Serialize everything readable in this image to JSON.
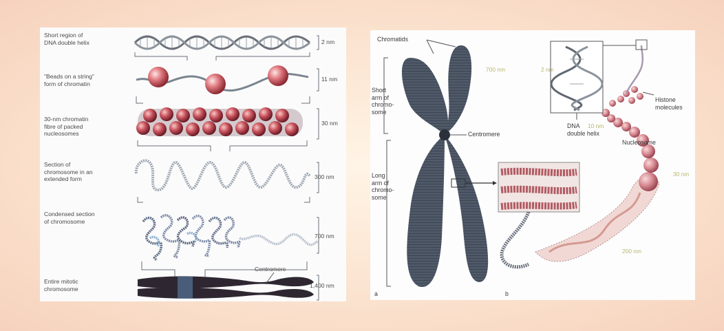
{
  "left_panel": {
    "rows": [
      {
        "label": "Short region of\nDNA double helix",
        "scale": "2 nm"
      },
      {
        "label": "\"Beads on a string\"\nform of chromatin",
        "scale": "11 nm"
      },
      {
        "label": "30-nm chromatin\nfibre of packed\nnucleosomes",
        "scale": "30 nm"
      },
      {
        "label": "Section of\nchromosome in an\nextended form",
        "scale": "300 nm"
      },
      {
        "label": "Condensed section\nof chromosome",
        "scale": "700 nm"
      },
      {
        "label": "Entire mitotic\nchromosome",
        "scale": "1,400 nm"
      }
    ],
    "centromere_label": "Centromere"
  },
  "right_panel": {
    "chromatids": "Chromatids",
    "short_arm": "Short\narm of\nchromo-\nsome",
    "long_arm": "Long\narm of\nchromo-\nsome",
    "centromere": "Centromere",
    "dna_double_helix": "DNA\ndouble helix",
    "histone_molecules": "Histone\nmolecules",
    "nucleosome": "Nucleosome",
    "scale_700": "700 nm",
    "scale_2": "2 nm",
    "scale_10": "10 nm",
    "scale_30": "30 nm",
    "scale_200": "200 nm",
    "sub_a": "a",
    "sub_b": "b"
  },
  "colors": {
    "chromosome": "#4a5565",
    "bead": "#d9707a",
    "helix": "#6f7c88"
  }
}
